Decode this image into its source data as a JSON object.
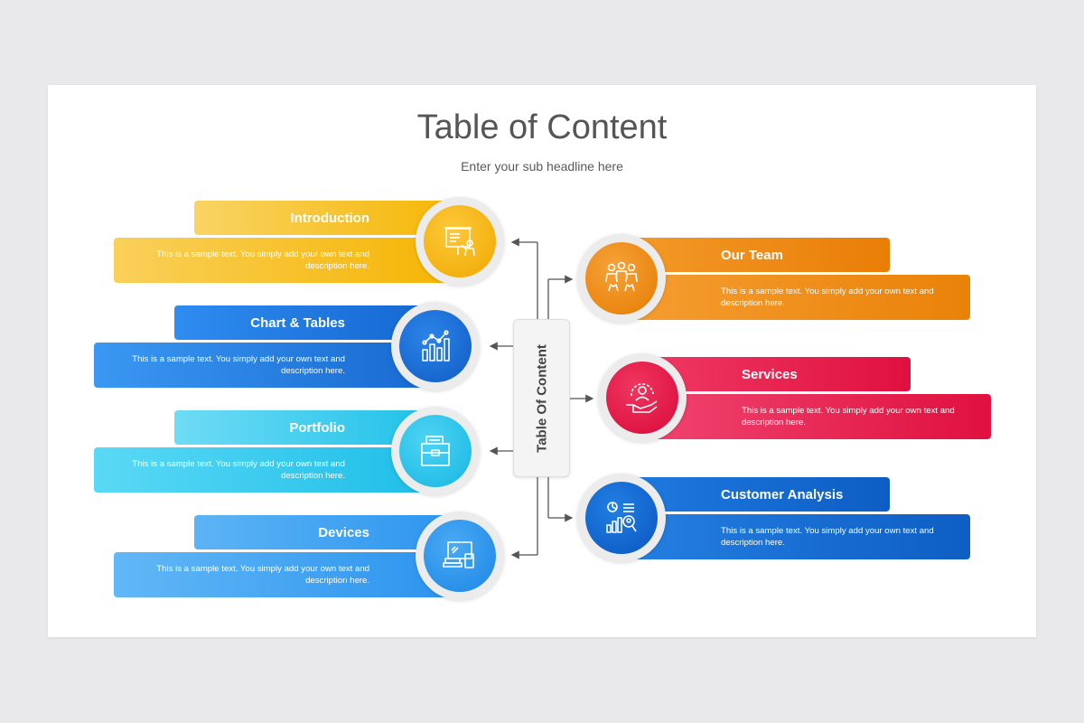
{
  "header": {
    "title": "Table of Content",
    "subtitle": "Enter your sub headline here"
  },
  "center": {
    "label": "Table Of Content"
  },
  "items": [
    {
      "title": "Introduction",
      "desc": "This is a sample text. You simply add your own text and description here.",
      "icon": "presentation-icon",
      "color": "#f5b400"
    },
    {
      "title": "Chart & Tables",
      "desc": "This is a sample text. You simply add your own text and description here.",
      "icon": "bar-chart-icon",
      "color": "#1a6fd6"
    },
    {
      "title": "Portfolio",
      "desc": "This is a sample text. You simply add your own text and description here.",
      "icon": "portfolio-folder-icon",
      "color": "#22c3ea"
    },
    {
      "title": "Devices",
      "desc": "This is a sample text. You simply add your own text and description here.",
      "icon": "devices-icon",
      "color": "#2f97ee"
    },
    {
      "title": "Our Team",
      "desc": "This is a sample text. You simply add your own text and description here.",
      "icon": "team-icon",
      "color": "#ef8a12"
    },
    {
      "title": "Services",
      "desc": "This is a sample text. You simply add your own text and description here.",
      "icon": "service-hand-icon",
      "color": "#e8174a"
    },
    {
      "title": "Customer Analysis",
      "desc": "This is a sample text. You simply add your own text and description here.",
      "icon": "customer-analysis-icon",
      "color": "#1566c8"
    }
  ]
}
